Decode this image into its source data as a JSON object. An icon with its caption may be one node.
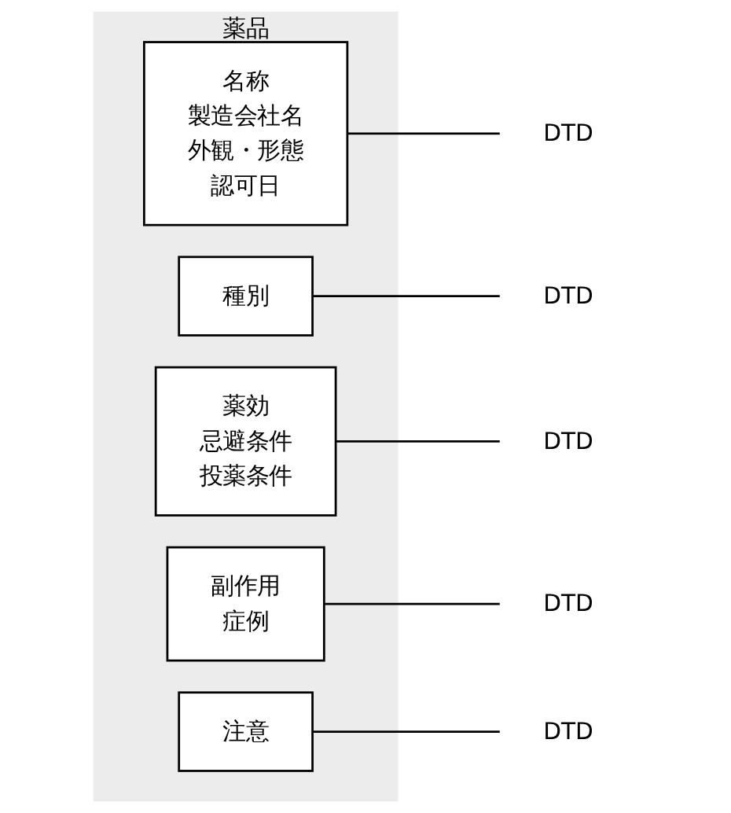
{
  "diagram": {
    "nodes": [
      {
        "text": [
          "薬品"
        ]
      },
      {
        "text": [
          "名称",
          "製造会社名",
          "外観・形態",
          "認可日"
        ],
        "in": 0
      },
      {
        "text": [
          "種別"
        ],
        "in": 0
      },
      {
        "text": [
          "薬効",
          "忌避条件",
          "投薬条件"
        ],
        "in": 0
      },
      {
        "text": [
          "副作用",
          "症例"
        ],
        "in": 0
      },
      {
        "text": [
          "注意"
        ],
        "in": 0
      },
      {
        "text": [
          "DTD"
        ]
      },
      {
        "text": [
          "DTD"
        ]
      },
      {
        "text": [
          "DTD"
        ]
      },
      {
        "text": [
          "DTD"
        ]
      },
      {
        "text": [
          "DTD"
        ]
      }
    ],
    "edges": [
      {
        "from": 1,
        "to": 6,
        "arrow": "none"
      },
      {
        "from": 2,
        "to": 7,
        "arrow": "none"
      },
      {
        "from": 3,
        "to": 8,
        "arrow": "none"
      },
      {
        "from": 4,
        "to": 9,
        "arrow": "none"
      },
      {
        "from": 5,
        "to": 10,
        "arrow": "none"
      }
    ]
  }
}
